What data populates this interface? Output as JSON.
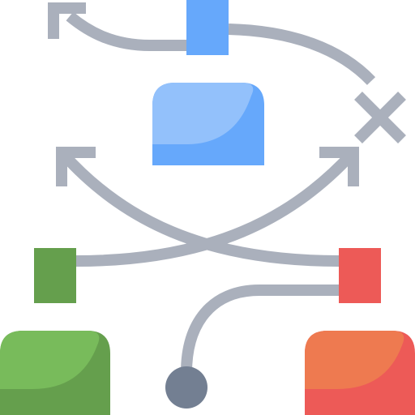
{
  "colors": {
    "path_gray": "#aab0bc",
    "blue_light": "#93c1fb",
    "blue_dark": "#66a8fb",
    "green_light": "#78bb5b",
    "green_dark": "#659f4d",
    "red_light": "#ee7a50",
    "red_dark": "#ed5a57",
    "node_dark": "#737f92",
    "background": "#ffffff"
  },
  "icon": {
    "name": "strategy-plan-icon",
    "elements": [
      "blue-player-icon",
      "green-player-icon",
      "red-player-icon",
      "blue-marker-square",
      "green-marker-square",
      "red-marker-square",
      "x-target-mark",
      "start-node-dot",
      "play-arrow-curves"
    ]
  }
}
